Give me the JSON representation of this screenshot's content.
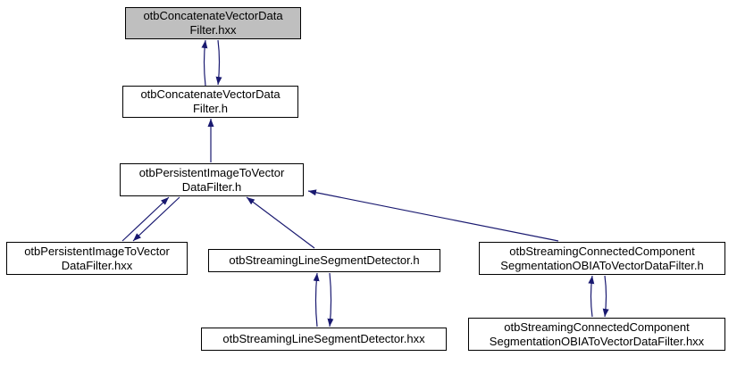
{
  "diagram": {
    "type": "include-dependency-graph",
    "colors": {
      "node_fill": "#ffffff",
      "highlight_fill": "#bfbfbf",
      "node_border": "#000000",
      "arrow": "#191970",
      "background": "#ffffff"
    }
  },
  "nodes": {
    "concatenate_hxx": {
      "line1": "otbConcatenateVectorData",
      "line2": "Filter.hxx",
      "highlighted": true
    },
    "concatenate_h": {
      "line1": "otbConcatenateVectorData",
      "line2": "Filter.h"
    },
    "persistent_h": {
      "line1": "otbPersistentImageToVector",
      "line2": "DataFilter.h"
    },
    "persistent_hxx": {
      "line1": "otbPersistentImageToVector",
      "line2": "DataFilter.hxx"
    },
    "lsd_h": {
      "line1": "otbStreamingLineSegmentDetector.h"
    },
    "ccseg_h": {
      "line1": "otbStreamingConnectedComponent",
      "line2": "SegmentationOBIAToVectorDataFilter.h"
    },
    "lsd_hxx": {
      "line1": "otbStreamingLineSegmentDetector.hxx"
    },
    "ccseg_hxx": {
      "line1": "otbStreamingConnectedComponent",
      "line2": "SegmentationOBIAToVectorDataFilter.hxx"
    }
  },
  "edges": [
    {
      "from": "otbConcatenateVectorDataFilter.h",
      "to": "otbConcatenateVectorDataFilter.hxx",
      "mutual": true
    },
    {
      "from": "otbPersistentImageToVectorDataFilter.h",
      "to": "otbConcatenateVectorDataFilter.h",
      "mutual": false
    },
    {
      "from": "otbPersistentImageToVectorDataFilter.hxx",
      "to": "otbPersistentImageToVectorDataFilter.h",
      "mutual": true
    },
    {
      "from": "otbStreamingLineSegmentDetector.h",
      "to": "otbPersistentImageToVectorDataFilter.h",
      "mutual": false
    },
    {
      "from": "otbStreamingConnectedComponentSegmentationOBIAToVectorDataFilter.h",
      "to": "otbPersistentImageToVectorDataFilter.h",
      "mutual": false
    },
    {
      "from": "otbStreamingLineSegmentDetector.hxx",
      "to": "otbStreamingLineSegmentDetector.h",
      "mutual": true
    },
    {
      "from": "otbStreamingConnectedComponentSegmentationOBIAToVectorDataFilter.hxx",
      "to": "otbStreamingConnectedComponentSegmentationOBIAToVectorDataFilter.h",
      "mutual": true
    }
  ]
}
